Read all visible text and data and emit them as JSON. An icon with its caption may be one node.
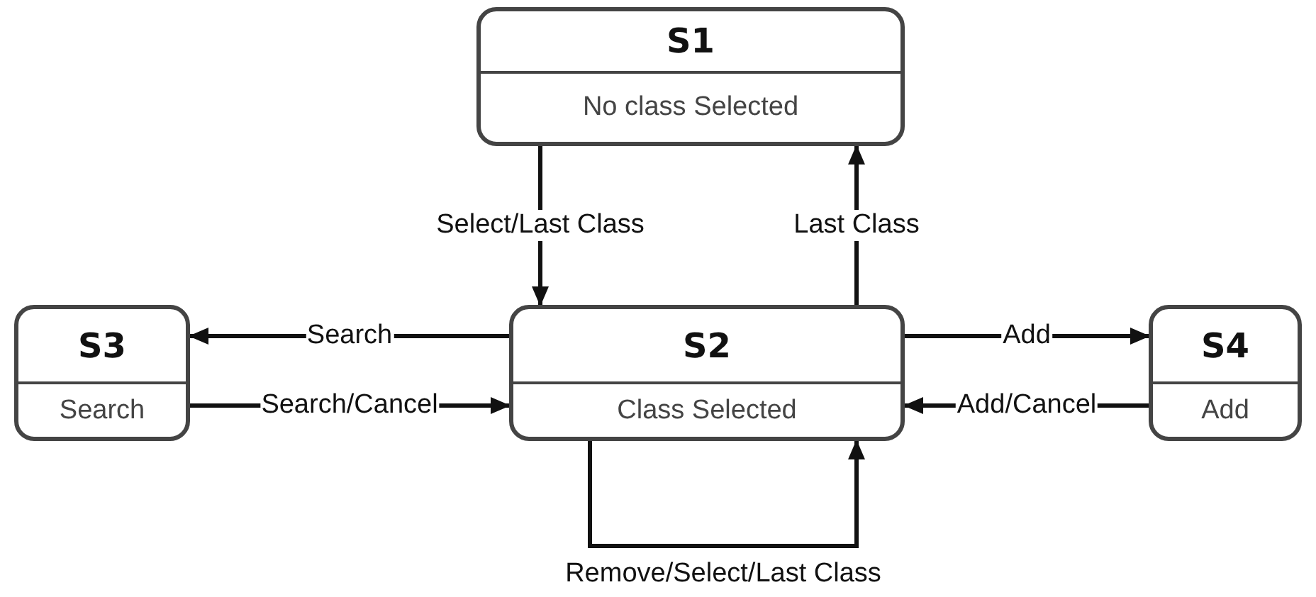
{
  "diagram": {
    "nodes": [
      {
        "text": [
          "S1",
          "No class Selected"
        ]
      },
      {
        "text": [
          "S2",
          "Class Selected"
        ]
      },
      {
        "text": [
          "S3",
          "Search"
        ]
      },
      {
        "text": [
          "S4",
          "Add"
        ]
      }
    ],
    "edges": [
      {
        "from": 0,
        "to": 1,
        "arrow": "to",
        "label": "Select/Last Class"
      },
      {
        "from": 1,
        "to": 0,
        "arrow": "to",
        "label": "Last Class"
      },
      {
        "from": 1,
        "to": 2,
        "arrow": "to",
        "label": "Search"
      },
      {
        "from": 2,
        "to": 1,
        "arrow": "to",
        "label": "Search/Cancel"
      },
      {
        "from": 1,
        "to": 3,
        "arrow": "to",
        "label": "Add"
      },
      {
        "from": 3,
        "to": 1,
        "arrow": "to",
        "label": "Add/Cancel"
      },
      {
        "from": 1,
        "to": 1,
        "arrow": "to",
        "label": "Remove/Select/Last Class"
      }
    ]
  }
}
